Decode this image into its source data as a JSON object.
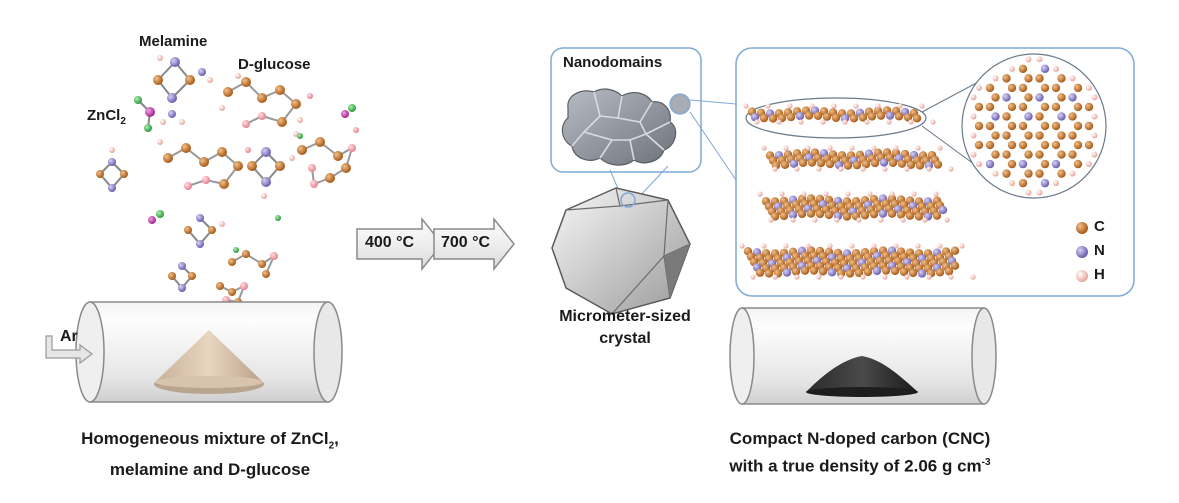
{
  "left": {
    "melamine_label": "Melamine",
    "glucose_label": "D-glucose",
    "zncl_label": "ZnCl",
    "zncl_sub": "2",
    "ar_label": "Ar",
    "caption_line1_pre": "Homogeneous mixture of ZnCl",
    "caption_line1_sub": "2",
    "caption_line1_post": ",",
    "caption_line2": "melamine and D-glucose"
  },
  "middle": {
    "step1": "400 °C",
    "step2": "700 °C",
    "crystal_label_line1": "Micrometer-sized",
    "crystal_label_line2": "crystal",
    "nanodomains_label": "Nanodomains"
  },
  "right": {
    "legend": [
      {
        "symbol": "C",
        "color": "#c8782e"
      },
      {
        "symbol": "N",
        "color": "#8a7fc8"
      },
      {
        "symbol": "H",
        "color": "#f1b9b0"
      }
    ],
    "caption_line1": "Compact N-doped carbon (CNC)",
    "caption_line2_pre": "with a true density of 2.06 g cm",
    "caption_line2_sup": "-3"
  },
  "colors": {
    "carbon": "#c8782e",
    "nitrogen": "#8a7fc8",
    "hydrogen": "#f1b9b0",
    "oxygen": "#f0a0a8",
    "zinc": "#c04cb0",
    "chlorine": "#3cb04c",
    "panel_border": "#7fa9d6"
  }
}
